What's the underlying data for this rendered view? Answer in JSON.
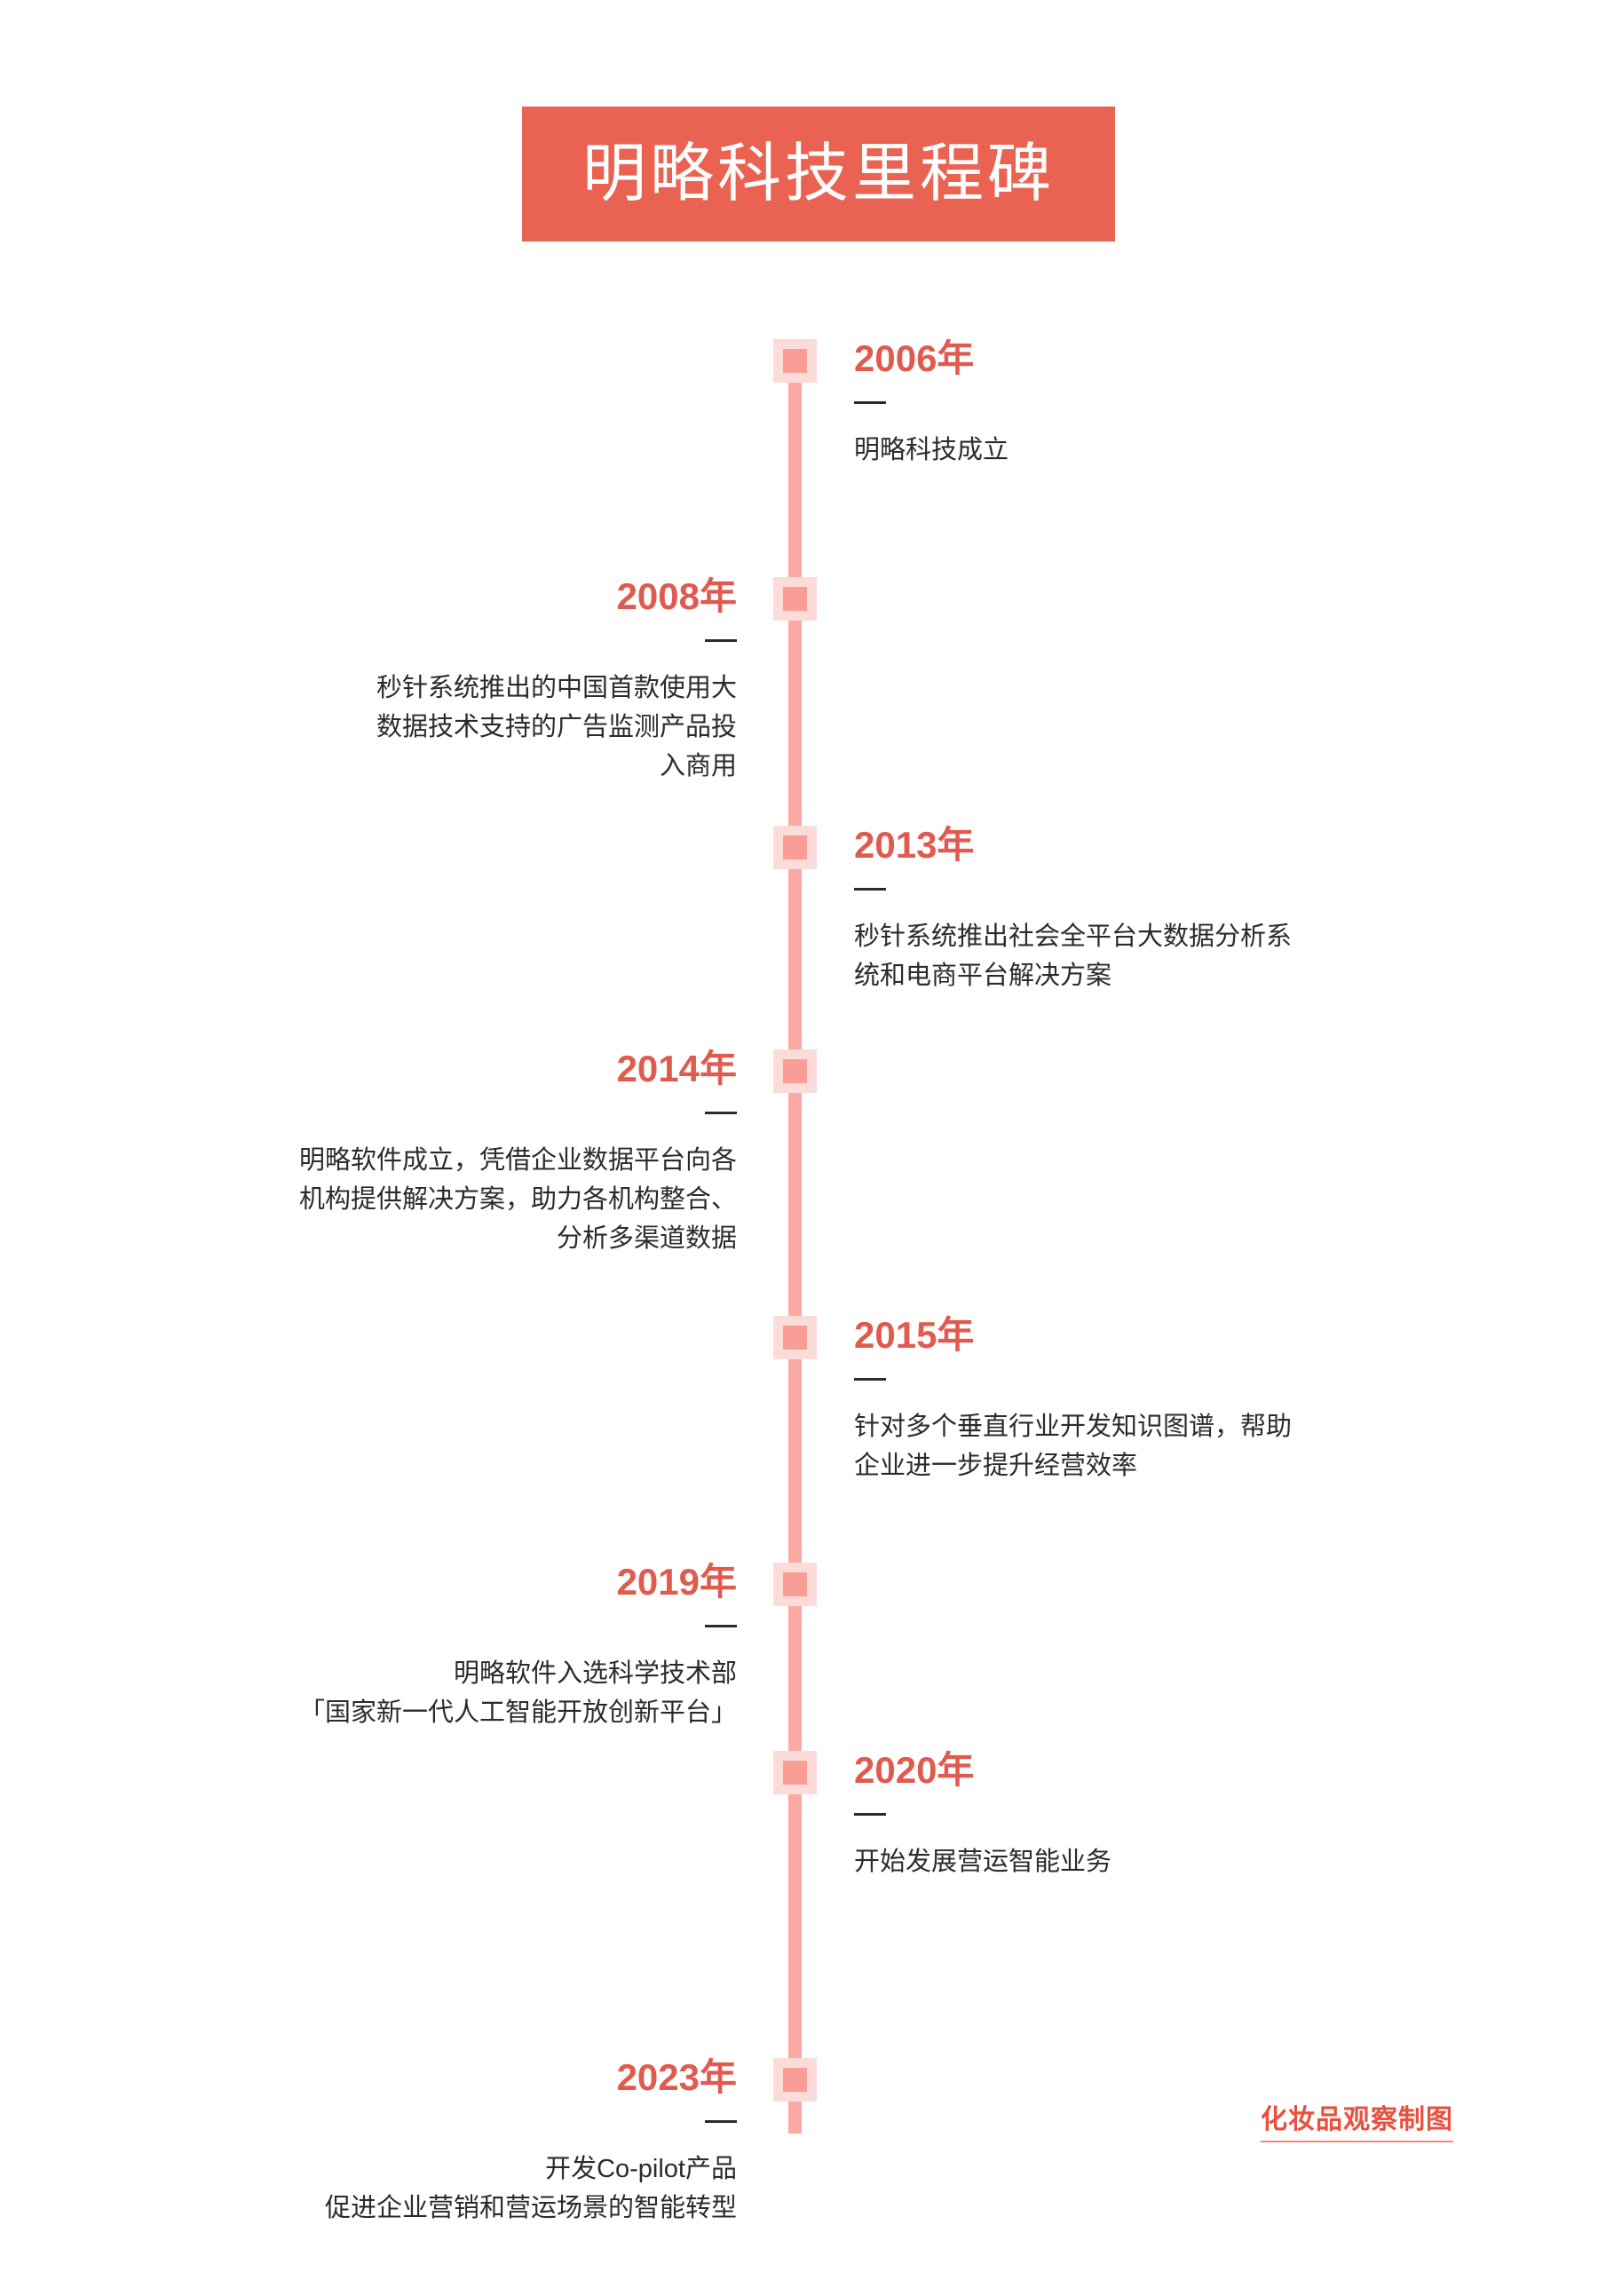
{
  "title": {
    "text": "明略科技里程碑",
    "background_color": "#EA6352",
    "text_color": "#FFFFFF"
  },
  "theme": {
    "accent_color": "#E05B4F",
    "line_color": "#FBA9A3",
    "marker_outer_color": "#FBDCD9",
    "marker_inner_color": "#FA9D96",
    "body_text_color": "#2B2B2B",
    "page_background": "#FFFFFF"
  },
  "timeline": {
    "entries": [
      {
        "year": "2006年",
        "side": "right",
        "description": "明略科技成立"
      },
      {
        "year": "2008年",
        "side": "left",
        "description": "秒针系统推出的中国首款使用大\n数据技术支持的广告监测产品投\n入商用"
      },
      {
        "year": "2013年",
        "side": "right",
        "description": "秒针系统推出社会全平台大数据分析系\n统和电商平台解决方案"
      },
      {
        "year": "2014年",
        "side": "left",
        "description": "明略软件成立，凭借企业数据平台向各\n机构提供解决方案，助力各机构整合、\n分析多渠道数据"
      },
      {
        "year": "2015年",
        "side": "right",
        "description": "针对多个垂直行业开发知识图谱，帮助\n企业进一步提升经营效率"
      },
      {
        "year": "2019年",
        "side": "left",
        "description": "明略软件入选科学技术部\n「国家新一代人工智能开放创新平台」"
      },
      {
        "year": "2020年",
        "side": "right",
        "description": "开始发展营运智能业务"
      },
      {
        "year": "2023年",
        "side": "left",
        "description": "开发Co-pilot产品\n促进企业营销和营运场景的智能转型"
      }
    ]
  },
  "credit": {
    "text": "化妆品观察制图"
  }
}
